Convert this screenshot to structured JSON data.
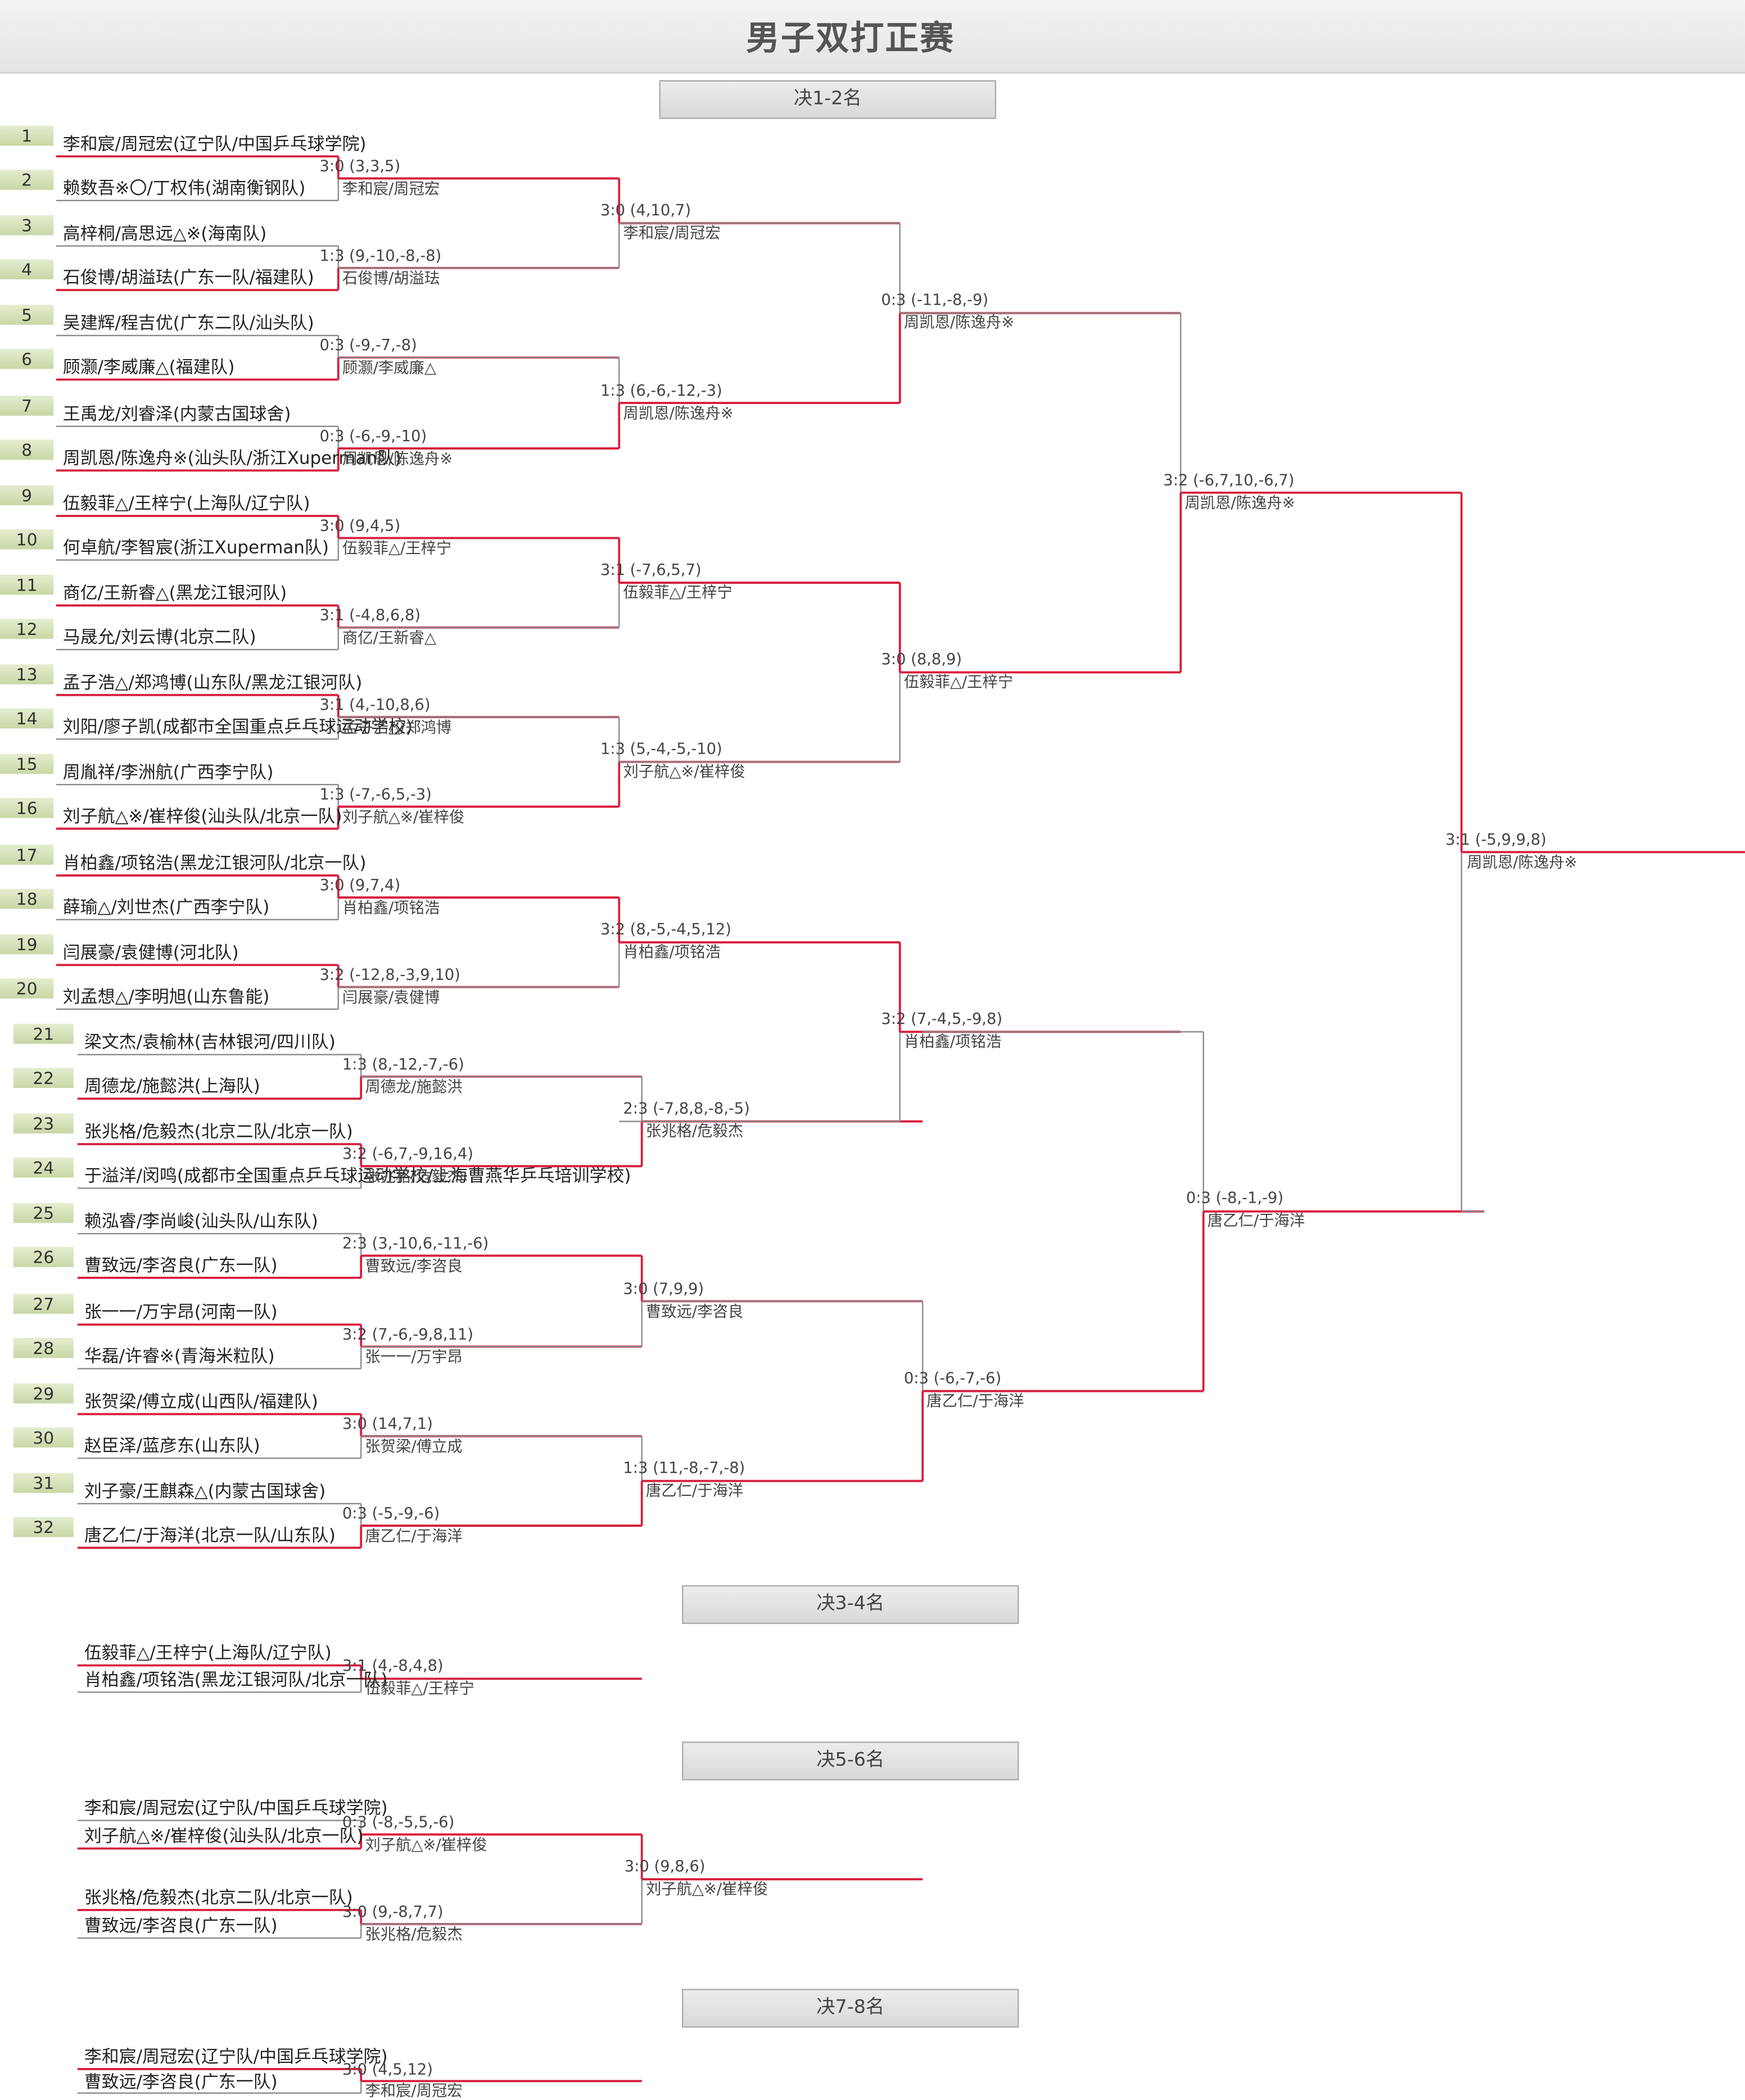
{
  "title": "男子双打正赛",
  "sections": {
    "s12": "决1-2名",
    "s34": "决3-4名",
    "s56": "决5-6名",
    "s78": "决7-8名"
  },
  "colors": {
    "winner_line": "#d81e3c",
    "loser_line": "#8a8a8a",
    "seed_bg": "#d3dfb5"
  },
  "seeds": [
    "1",
    "2",
    "3",
    "4",
    "5",
    "6",
    "7",
    "8",
    "9",
    "10",
    "11",
    "12",
    "13",
    "14",
    "15",
    "16",
    "17",
    "18",
    "19",
    "20",
    "21",
    "22",
    "23",
    "24",
    "25",
    "26",
    "27",
    "28",
    "29",
    "30",
    "31",
    "32"
  ],
  "teams": [
    "李和宸/周冠宏(辽宁队/中国乒乓球学院)",
    "赖数吾※〇/丁权伟(湖南衡钢队)",
    "高梓桐/高思远△※(海南队)",
    "石俊博/胡溢珐(广东一队/福建队)",
    "吴建辉/程吉优(广东二队/汕头队)",
    "顾灏/李威廉△(福建队)",
    "王禹龙/刘睿泽(内蒙古国球舍)",
    "周凯恩/陈逸舟※(汕头队/浙江Xuperman队)",
    "伍毅菲△/王梓宁(上海队/辽宁队)",
    "何卓航/李智宸(浙江Xuperman队)",
    "商亿/王新睿△(黑龙江银河队)",
    "马晟允/刘云博(北京二队)",
    "孟子浩△/郑鸿博(山东队/黑龙江银河队)",
    "刘阳/廖子凯(成都市全国重点乒乓球运动学校)",
    "周胤祥/李洲航(广西李宁队)",
    "刘子航△※/崔梓俊(汕头队/北京一队)",
    "肖柏鑫/项铭浩(黑龙江银河队/北京一队)",
    "薛瑜△/刘世杰(广西李宁队)",
    "闫展豪/袁健博(河北队)",
    "刘孟想△/李明旭(山东鲁能)",
    "梁文杰/袁榆林(吉林银河/四川队)",
    "周德龙/施懿洪(上海队)",
    "张兆格/危毅杰(北京二队/北京一队)",
    "于溢洋/闵鸣(成都市全国重点乒乓球运动学校/上海曹燕华乒乓培训学校)",
    "赖泓睿/李尚峻(汕头队/山东队)",
    "曹致远/李咨良(广东一队)",
    "张一一/万宇昂(河南一队)",
    "华磊/许睿※(青海米粒队)",
    "张贺梁/傅立成(山西队/福建队)",
    "赵臣泽/蓝彦东(山东队)",
    "刘子豪/王麒森△(内蒙古国球舍)",
    "唐乙仁/于海洋(北京一队/山东队)"
  ],
  "r1": [
    {
      "score": "3:0 (3,3,5)",
      "winner": "李和宸/周冠宏"
    },
    {
      "score": "1:3 (9,-10,-8,-8)",
      "winner": "石俊博/胡溢珐"
    },
    {
      "score": "0:3 (-9,-7,-8)",
      "winner": "顾灏/李威廉△"
    },
    {
      "score": "0:3 (-6,-9,-10)",
      "winner": "周凯恩/陈逸舟※"
    },
    {
      "score": "3:0 (9,4,5)",
      "winner": "伍毅菲△/王梓宁"
    },
    {
      "score": "3:1 (-4,8,6,8)",
      "winner": "商亿/王新睿△"
    },
    {
      "score": "3:1 (4,-10,8,6)",
      "winner": "孟子浩△/郑鸿博"
    },
    {
      "score": "1:3 (-7,-6,5,-3)",
      "winner": "刘子航△※/崔梓俊"
    },
    {
      "score": "3:0 (9,7,4)",
      "winner": "肖柏鑫/项铭浩"
    },
    {
      "score": "3:2 (-12,8,-3,9,10)",
      "winner": "闫展豪/袁健博"
    },
    {
      "score": "1:3 (8,-12,-7,-6)",
      "winner": "周德龙/施懿洪"
    },
    {
      "score": "3:2 (-6,7,-9,16,4)",
      "winner": "张兆格/危毅杰"
    },
    {
      "score": "2:3 (3,-10,6,-11,-6)",
      "winner": "曹致远/李咨良"
    },
    {
      "score": "3:2 (7,-6,-9,8,11)",
      "winner": "张一一/万宇昂"
    },
    {
      "score": "3:0 (14,7,1)",
      "winner": "张贺梁/傅立成"
    },
    {
      "score": "0:3 (-5,-9,-6)",
      "winner": "唐乙仁/于海洋"
    }
  ],
  "r2": [
    {
      "score": "3:0 (4,10,7)",
      "winner": "李和宸/周冠宏"
    },
    {
      "score": "1:3 (6,-6,-12,-3)",
      "winner": "周凯恩/陈逸舟※"
    },
    {
      "score": "3:1 (-7,6,5,7)",
      "winner": "伍毅菲△/王梓宁"
    },
    {
      "score": "1:3 (5,-4,-5,-10)",
      "winner": "刘子航△※/崔梓俊"
    },
    {
      "score": "3:2 (8,-5,-4,5,12)",
      "winner": "肖柏鑫/项铭浩"
    },
    {
      "score": "2:3 (-7,8,8,-8,-5)",
      "winner": "张兆格/危毅杰"
    },
    {
      "score": "3:0 (7,9,9)",
      "winner": "曹致远/李咨良"
    },
    {
      "score": "1:3 (11,-8,-7,-8)",
      "winner": "唐乙仁/于海洋"
    }
  ],
  "r3": [
    {
      "score": "0:3 (-11,-8,-9)",
      "winner": "周凯恩/陈逸舟※"
    },
    {
      "score": "3:0 (8,8,9)",
      "winner": "伍毅菲△/王梓宁"
    },
    {
      "score": "3:2 (7,-4,5,-9,8)",
      "winner": "肖柏鑫/项铭浩"
    },
    {
      "score": "0:3 (-6,-7,-6)",
      "winner": "唐乙仁/于海洋"
    }
  ],
  "r4": [
    {
      "score": "3:2 (-6,7,10,-6,7)",
      "winner": "周凯恩/陈逸舟※"
    },
    {
      "score": "0:3 (-8,-1,-9)",
      "winner": "唐乙仁/于海洋"
    }
  ],
  "final": {
    "score": "3:1 (-5,9,9,8)",
    "winner": "周凯恩/陈逸舟※"
  },
  "p34": {
    "teams": [
      "伍毅菲△/王梓宁(上海队/辽宁队)",
      "肖柏鑫/项铭浩(黑龙江银河队/北京一队)"
    ],
    "score": "3:1 (4,-8,4,8)",
    "winner": "伍毅菲△/王梓宁"
  },
  "p56": {
    "teams": [
      "李和宸/周冠宏(辽宁队/中国乒乓球学院)",
      "刘子航△※/崔梓俊(汕头队/北京一队)",
      "张兆格/危毅杰(北京二队/北京一队)",
      "曹致远/李咨良(广东一队)"
    ],
    "m1": {
      "score": "0:3 (-8,-5,5,-6)",
      "winner": "刘子航△※/崔梓俊"
    },
    "m2": {
      "score": "3:0 (9,-8,7,7)",
      "winner": "张兆格/危毅杰"
    },
    "final": {
      "score": "3:0 (9,8,6)",
      "winner": "刘子航△※/崔梓俊"
    }
  },
  "p78": {
    "teams": [
      "李和宸/周冠宏(辽宁队/中国乒乓球学院)",
      "曹致远/李咨良(广东一队)"
    ],
    "score": "3:0 (4,5,12)",
    "winner": "李和宸/周冠宏"
  }
}
